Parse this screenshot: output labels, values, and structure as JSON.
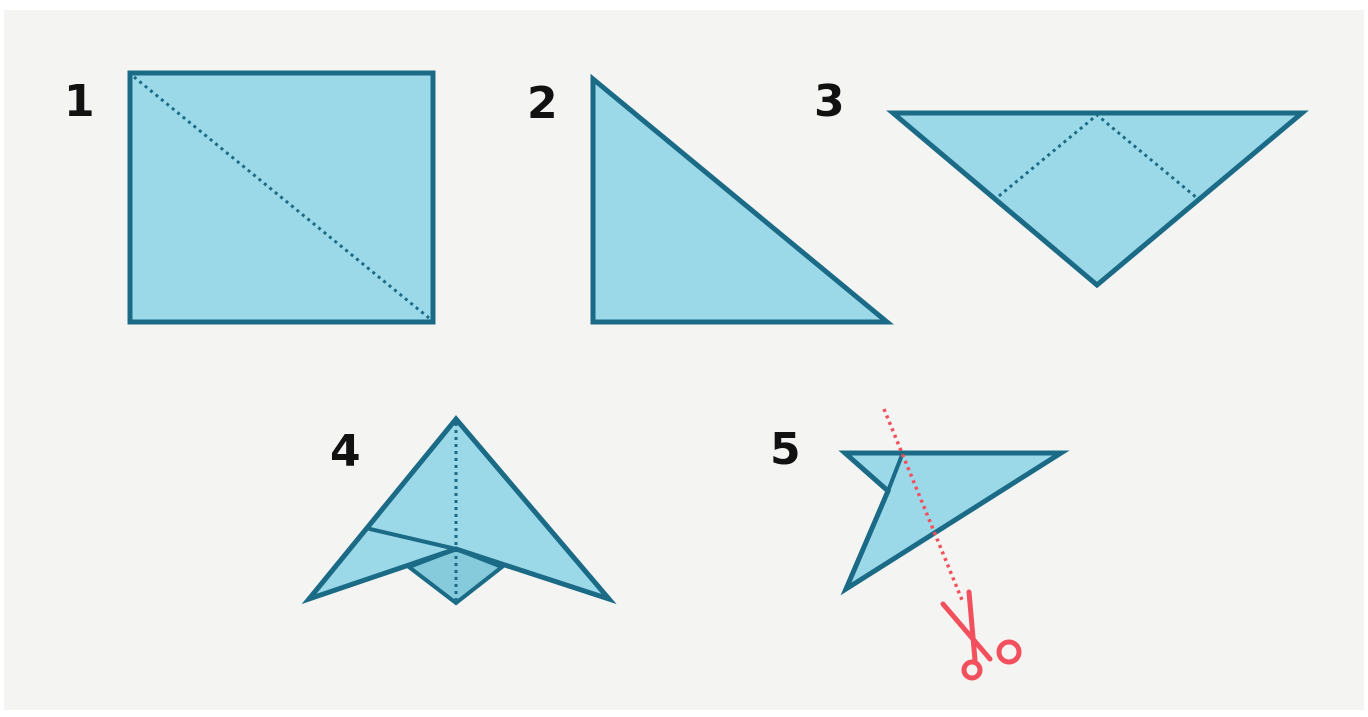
{
  "steps": [
    {
      "number": "1",
      "shape": "square",
      "fold_lines": 1
    },
    {
      "number": "2",
      "shape": "triangle"
    },
    {
      "number": "3",
      "shape": "inverted-triangle",
      "fold_lines": 2
    },
    {
      "number": "4",
      "shape": "folded-kite",
      "fold_lines": 1
    },
    {
      "number": "5",
      "shape": "half-kite",
      "cut_line": true
    }
  ],
  "colors": {
    "background": "#f4f4f3",
    "paper_fill": "#9bd9e9",
    "paper_under": "#86cbdc",
    "outline": "#1b6b87",
    "cut": "#f2505c",
    "number_text": "#111111"
  },
  "icons": [
    "scissors-icon"
  ]
}
